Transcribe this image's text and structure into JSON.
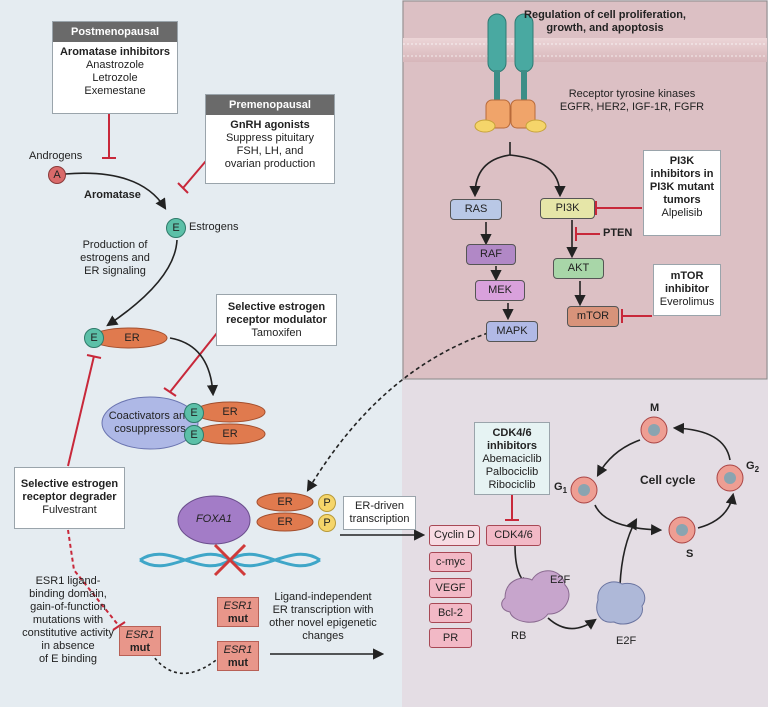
{
  "postmenopausal": {
    "header": "Postmenopausal",
    "title": "Aromatase inhibitors",
    "drugs": [
      "Anastrozole",
      "Letrozole",
      "Exemestane"
    ]
  },
  "premenopausal": {
    "header": "Premenopausal",
    "title": "GnRH agonists",
    "lines": [
      "Suppress pituitary",
      "FSH, LH, and",
      "ovarian production"
    ]
  },
  "androgens": "Androgens",
  "androgen_symbol": "A",
  "aromatase": "Aromatase",
  "estrogen_symbol": "E",
  "estrogens": "Estrogens",
  "production": [
    "Production of",
    "estrogens and",
    "ER signaling"
  ],
  "er": "ER",
  "p": "P",
  "serm": {
    "title": [
      "Selective estrogen",
      "receptor modulator"
    ],
    "drug": "Tamoxifen"
  },
  "coactivators": [
    "Coactivators and",
    "cosuppressors"
  ],
  "serd": {
    "title": [
      "Selective estrogen",
      "receptor degrader"
    ],
    "drug": "Fulvestrant"
  },
  "foxa1": "FOXA1",
  "er_driven": [
    "ER-driven",
    "transcription"
  ],
  "esr1_desc": [
    "ESR1 ligand-",
    "binding domain,",
    "gain-of-function",
    "mutations with",
    "constitutive activity",
    "in absence",
    "of E binding"
  ],
  "esr1": "ESR1",
  "mut": "mut",
  "ligand_indep": [
    "Ligand-independent",
    "ER transcription with",
    "other novel epigenetic",
    "changes"
  ],
  "rtk": {
    "header": [
      "Regulation of cell proliferation,",
      "growth, and apoptosis"
    ],
    "label": [
      "Receptor tyrosine kinases",
      "EGFR, HER2, IGF-1R, FGFR"
    ]
  },
  "kinases": {
    "ras": "RAS",
    "raf": "RAF",
    "mek": "MEK",
    "mapk": "MAPK",
    "pi3k": "PI3K",
    "akt": "AKT",
    "mtor": "mTOR"
  },
  "pten": "PTEN",
  "pi3k_inh": {
    "title": [
      "PI3K",
      "inhibitors in",
      "PI3K mutant",
      "tumors"
    ],
    "drug": "Alpelisib"
  },
  "mtor_inh": {
    "title": [
      "mTOR",
      "inhibitor"
    ],
    "drug": "Everolimus"
  },
  "cdk_inh": {
    "title": [
      "CDK4/6",
      "inhibitors"
    ],
    "drugs": [
      "Abemaciclib",
      "Palbociclib",
      "Ribociclib"
    ]
  },
  "targets": [
    "Cyclin D",
    "c-myc",
    "VEGF",
    "Bcl-2",
    "PR"
  ],
  "cdk46": "CDK4/6",
  "e2f": "E2F",
  "rb": "RB",
  "cycle": {
    "title": "Cell cycle",
    "m": "M",
    "g1": "G",
    "g1_sub": "1",
    "g2": "G",
    "g2_sub": "2",
    "s": "S"
  },
  "colors": {
    "inhibitor_red": "#c8283a",
    "teal": "#5cc0a8",
    "er_orange": "#e07a4e",
    "panel_pink": "#dcbfc3"
  }
}
